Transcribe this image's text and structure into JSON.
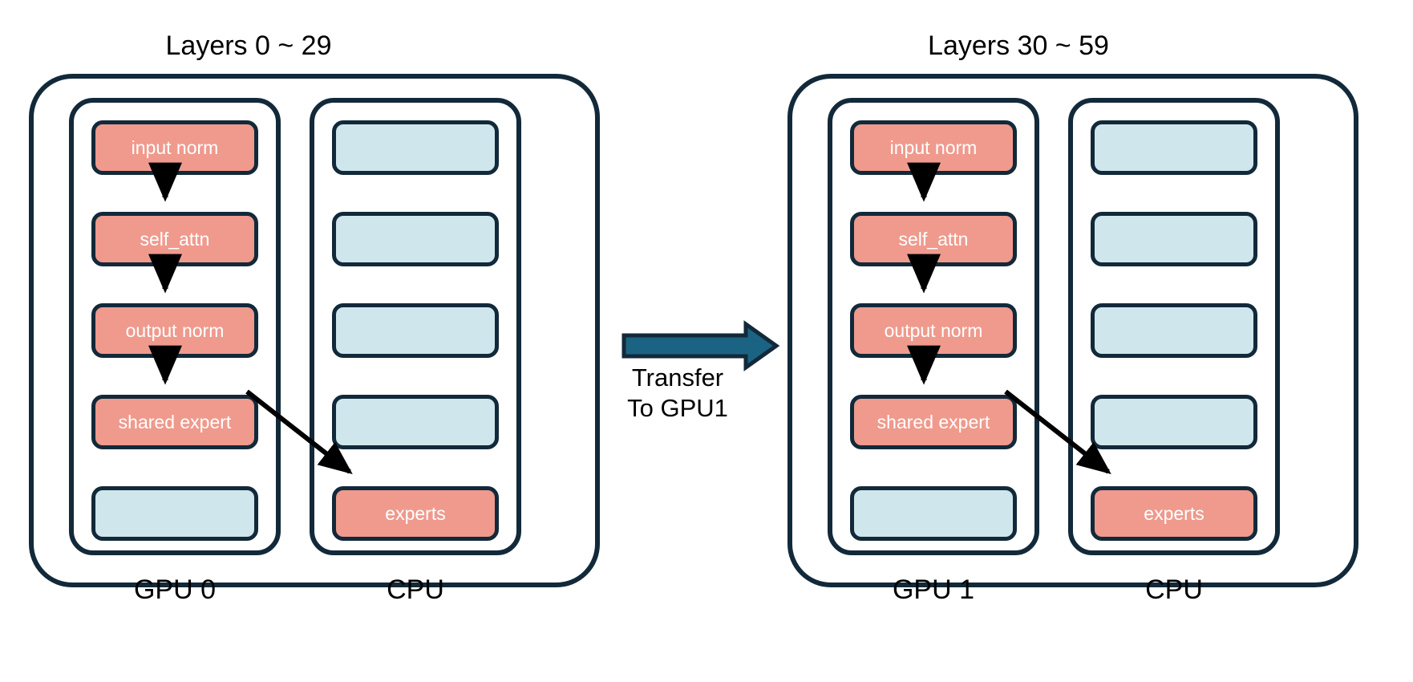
{
  "diagram": {
    "title_left": "Layers 0 ~ 29",
    "title_right": "Layers 30 ~ 59",
    "transfer": {
      "line1": "Transfer",
      "line2": "To GPU1",
      "arrow_color": "#1b6383",
      "arrow_outline": "#12293a"
    },
    "colors": {
      "border": "#12293a",
      "coral": "#ef9a8d",
      "light_blue": "#cfe6ec",
      "text_on_block": "#ffffff",
      "background": "#ffffff",
      "arrow_black": "#000000"
    },
    "devices": [
      {
        "id": "left",
        "gpu": {
          "label": "GPU 0",
          "slots": [
            {
              "label": "input norm",
              "kind": "coral"
            },
            {
              "label": "self_attn",
              "kind": "coral"
            },
            {
              "label": "output norm",
              "kind": "coral"
            },
            {
              "label": "shared expert",
              "kind": "coral"
            },
            {
              "label": "",
              "kind": "blue"
            }
          ]
        },
        "cpu": {
          "label": "CPU",
          "slots": [
            {
              "label": "",
              "kind": "blue"
            },
            {
              "label": "",
              "kind": "blue"
            },
            {
              "label": "",
              "kind": "blue"
            },
            {
              "label": "",
              "kind": "blue"
            },
            {
              "label": "experts",
              "kind": "coral"
            }
          ]
        }
      },
      {
        "id": "right",
        "gpu": {
          "label": "GPU 1",
          "slots": [
            {
              "label": "input norm",
              "kind": "coral"
            },
            {
              "label": "self_attn",
              "kind": "coral"
            },
            {
              "label": "output norm",
              "kind": "coral"
            },
            {
              "label": "shared expert",
              "kind": "coral"
            },
            {
              "label": "",
              "kind": "blue"
            }
          ]
        },
        "cpu": {
          "label": "CPU",
          "slots": [
            {
              "label": "",
              "kind": "blue"
            },
            {
              "label": "",
              "kind": "blue"
            },
            {
              "label": "",
              "kind": "blue"
            },
            {
              "label": "",
              "kind": "blue"
            },
            {
              "label": "experts",
              "kind": "coral"
            }
          ]
        }
      }
    ]
  }
}
